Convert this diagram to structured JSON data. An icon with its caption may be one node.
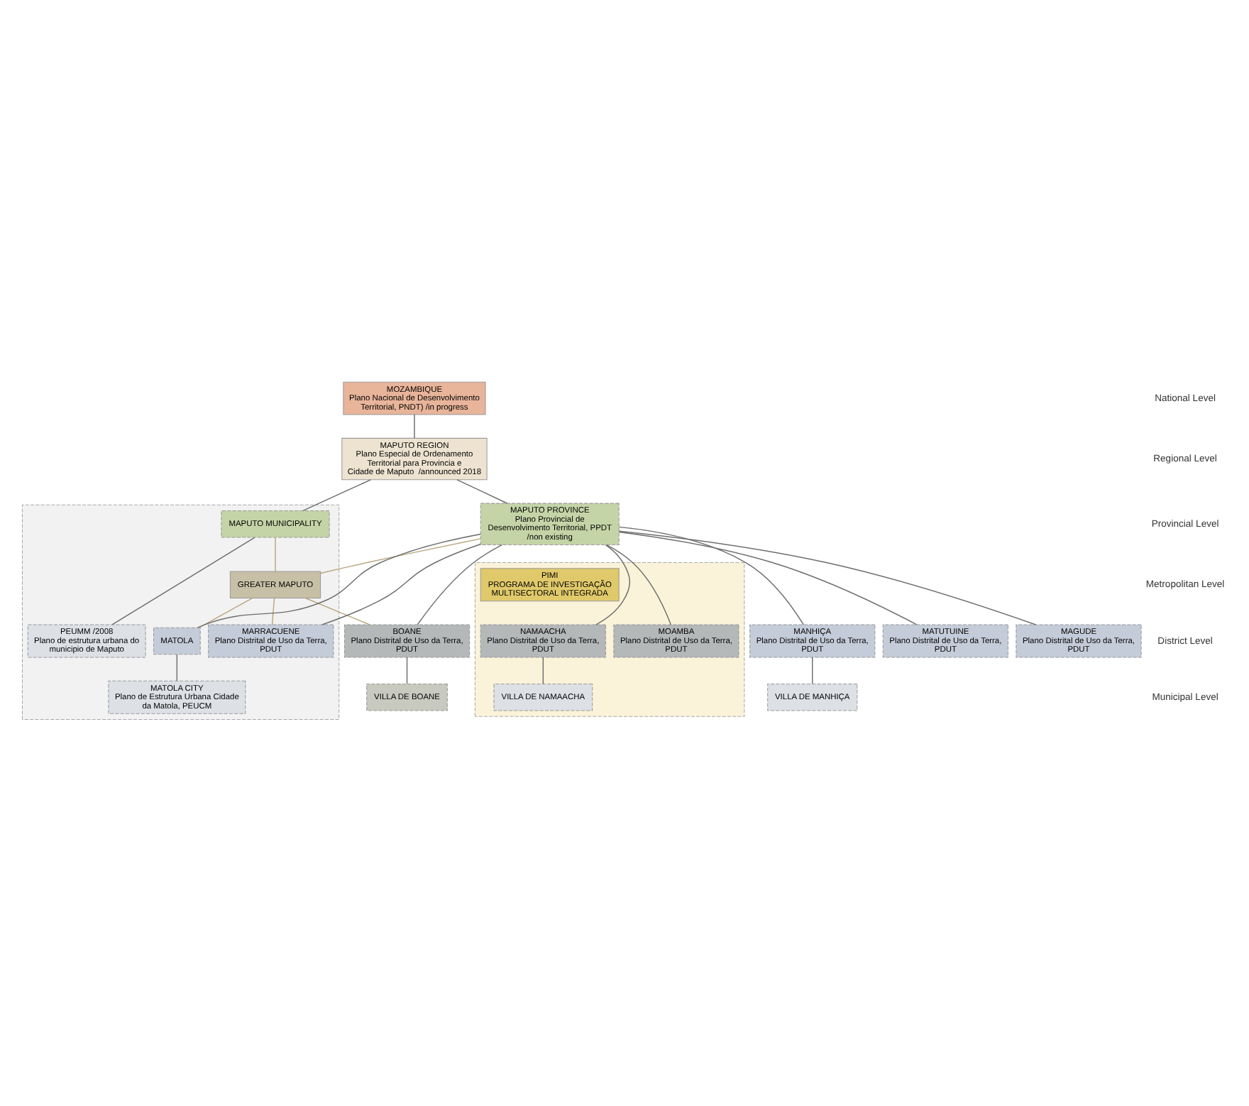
{
  "diagram": {
    "nodes": [
      {
        "text": [
          "MOZAMBIQUE",
          "Plano Nacional de Desenvolvimento Territorial, PNDT) /in progress"
        ]
      },
      {
        "text": [
          "MAPUTO REGION",
          "Plano Especial de Ordenamento Territorial para Provincia e Cidade de Maputo  /announced 2018"
        ]
      },
      {
        "text": [],
        "shape": "box"
      },
      {
        "text": [
          "MAPUTO MUNICIPALITY"
        ],
        "in": 2
      },
      {
        "text": [
          "MAPUTO PROVINCE",
          "Plano Provincial de Desenvolvimento Territorial, PPDT  /non existing"
        ]
      },
      {
        "text": [
          "GREATER MAPUTO"
        ],
        "in": 2
      },
      {
        "text": [],
        "shape": "box"
      },
      {
        "text": [
          "PIMI",
          "PROGRAMA DE INVESTIGAÇÃO MULTISECTORAL INTEGRADA"
        ],
        "in": 6
      },
      {
        "text": [
          "PEUMM /2008",
          "Plano de estrutura urbana do municipio de Maputo"
        ],
        "in": 2
      },
      {
        "text": [
          "MATOLA"
        ],
        "in": 2
      },
      {
        "text": [
          "MARRACUENE",
          "Plano Distrital de Uso da Terra, PDUT"
        ],
        "in": 2
      },
      {
        "text": [
          "BOANE",
          "Plano Distrital de Uso da Terra, PDUT"
        ]
      },
      {
        "text": [
          "NAMAACHA",
          "Plano Distrital de Uso da Terra, PDUT"
        ],
        "in": 6
      },
      {
        "text": [
          "MOAMBA",
          "Plano Distrital de Uso da Terra, PDUT"
        ],
        "in": 6
      },
      {
        "text": [
          "MANHIÇA",
          "Plano Distrital de Uso da Terra, PDUT"
        ]
      },
      {
        "text": [
          "MATUTUINE",
          "Plano Distrital de Uso da Terra, PDUT"
        ]
      },
      {
        "text": [
          "MAGUDE",
          "Plano Distrital de Uso da Terra, PDUT"
        ]
      },
      {
        "text": [
          "MATOLA CITY",
          "Plano de Estrutura Urbana Cidade da Matola, PEUCM"
        ],
        "in": 2
      },
      {
        "text": [
          "VILLA DE BOANE"
        ]
      },
      {
        "text": [
          "VILLA DE NAMAACHA"
        ],
        "in": 6
      },
      {
        "text": [
          "VILLA DE MANHIÇA"
        ]
      }
    ],
    "edges": [
      {
        "from": 0,
        "to": 1,
        "arrow": "none"
      },
      {
        "from": 1,
        "to": 3,
        "arrow": "none"
      },
      {
        "from": 1,
        "to": 4,
        "arrow": "none"
      },
      {
        "from": 3,
        "to": 5,
        "arrow": "none",
        "color": "#b8a77e"
      },
      {
        "from": 4,
        "to": 5,
        "arrow": "none",
        "color": "#b8a77e"
      },
      {
        "from": 3,
        "to": 8,
        "arrow": "none"
      },
      {
        "from": 5,
        "to": 9,
        "arrow": "none",
        "color": "#b8a77e"
      },
      {
        "from": 5,
        "to": 10,
        "arrow": "none",
        "color": "#b8a77e"
      },
      {
        "from": 5,
        "to": 11,
        "arrow": "none",
        "color": "#b8a77e"
      },
      {
        "from": 4,
        "to": 9,
        "arrow": "none"
      },
      {
        "from": 4,
        "to": 10,
        "arrow": "none"
      },
      {
        "from": 4,
        "to": 11,
        "arrow": "none"
      },
      {
        "from": 4,
        "to": 12,
        "arrow": "none"
      },
      {
        "from": 4,
        "to": 13,
        "arrow": "none"
      },
      {
        "from": 4,
        "to": 14,
        "arrow": "none"
      },
      {
        "from": 4,
        "to": 15,
        "arrow": "none"
      },
      {
        "from": 4,
        "to": 16,
        "arrow": "none"
      },
      {
        "from": 9,
        "to": 17,
        "arrow": "none"
      },
      {
        "from": 11,
        "to": 18,
        "arrow": "none"
      },
      {
        "from": 12,
        "to": 19,
        "arrow": "none"
      },
      {
        "from": 14,
        "to": 20,
        "arrow": "none"
      }
    ],
    "labels": [
      "National Level",
      "Regional Level",
      "Provincial Level",
      "Metropolitan Level",
      "District Level",
      "Municipal Level"
    ]
  }
}
